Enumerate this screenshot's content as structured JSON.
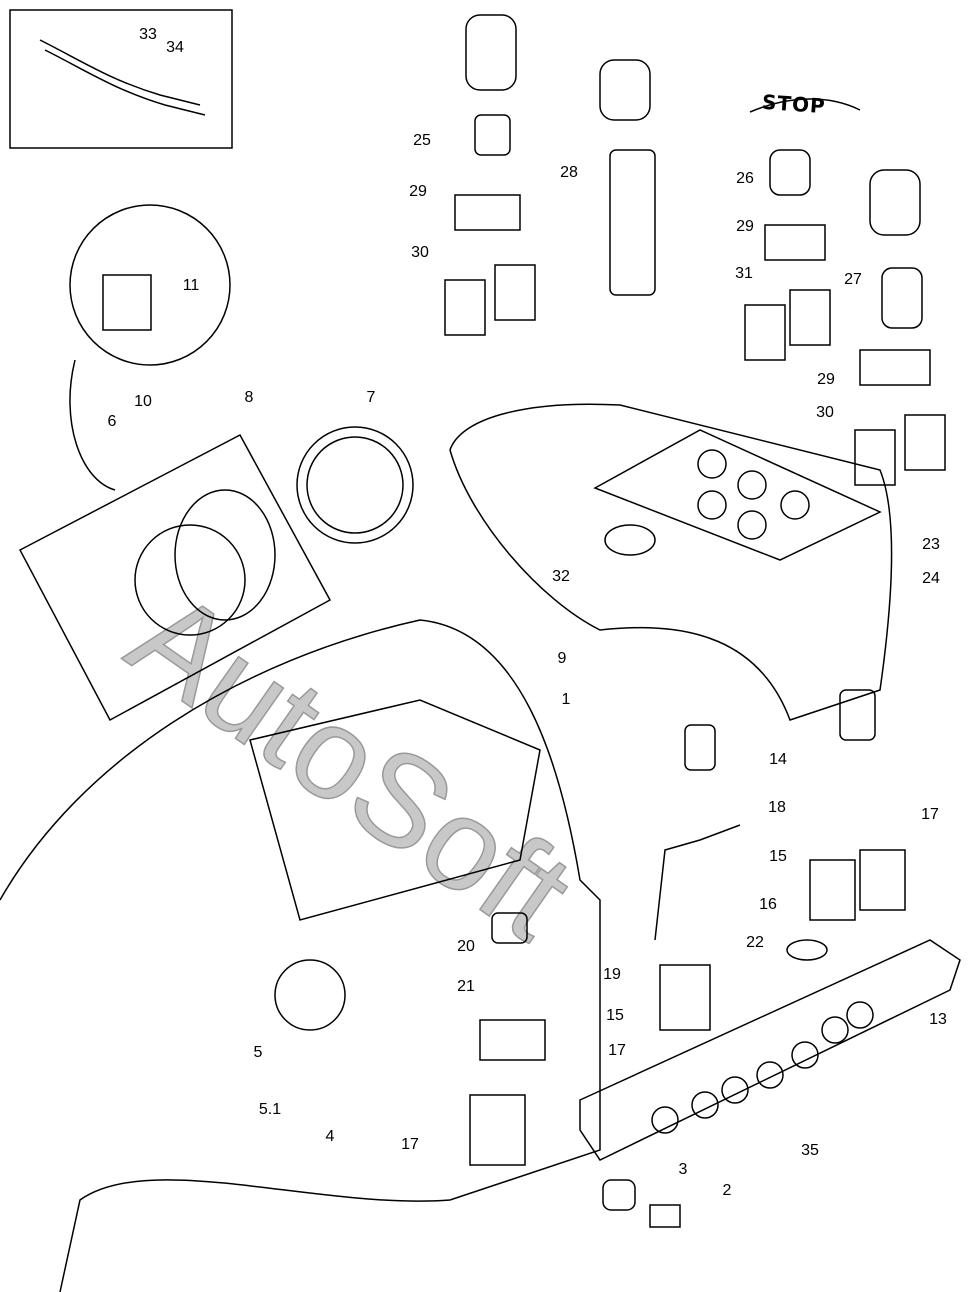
{
  "diagram": {
    "stop_sign_text": "STOP",
    "watermark": "AutoSoft",
    "callouts": [
      "33",
      "34",
      "25",
      "29",
      "30",
      "28",
      "26",
      "29",
      "31",
      "27",
      "29",
      "30",
      "11",
      "10",
      "8",
      "7",
      "6",
      "23",
      "24",
      "32",
      "9",
      "1",
      "14",
      "18",
      "15",
      "17",
      "16",
      "22",
      "20",
      "21",
      "19",
      "13",
      "15",
      "5",
      "17",
      "5.1",
      "4",
      "17",
      "35",
      "3",
      "2"
    ]
  }
}
